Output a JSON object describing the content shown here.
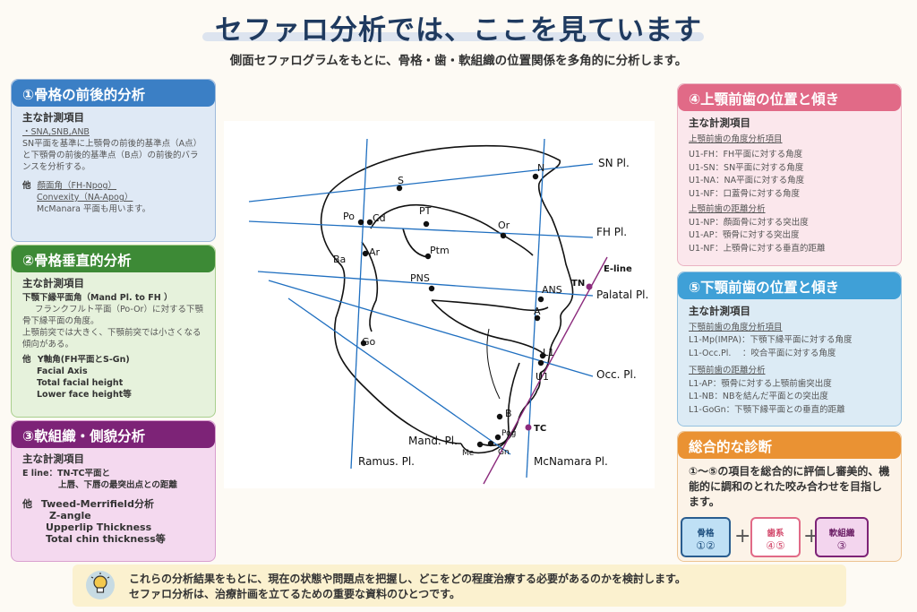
{
  "title": "セファロ分析では、ここを見ています",
  "subtitle": "側面セファログラムをもとに、骨格・歯・軟組織の位置関係を多角的に分析します。",
  "panel1": {
    "title": "①骨格の前後的分析",
    "head": "主な計測項目",
    "item": "・SNA,SNB,ANB",
    "desc": "SN平面を基準に上顎骨の前後的基準点（A点）と下顎骨の前後的基準点（B点）の前後的バランスを分析する。",
    "other_label": "他",
    "others": [
      "顔面角（FH-Npog）",
      "Convexity（NA-Apog）",
      "McManara 平面も用います。"
    ]
  },
  "panel2": {
    "title": "②骨格垂直的分析",
    "head": "主な計測項目",
    "item": "下顎下縁平面角（Mand Pl. to FH ）",
    "desc1": "フランクフルト平面（Po-Or）に対する下顎骨下縁平面の角度。",
    "desc2": "上顎前突では大きく、下顎前突では小さくなる傾向がある。",
    "other_label": "他",
    "others": [
      "Y軸角(FH平面とS-Gn)",
      "Facial Axis",
      "Total facial height",
      "Lower face height等"
    ]
  },
  "panel3": {
    "title": "③軟組織・側貌分析",
    "head": "主な計測項目",
    "eline_label": "E line：TN-TC平面と",
    "eline_desc": "上唇、下唇の最突出点との距離",
    "other_label": "他",
    "others": [
      "Tweed-Merrifield分析",
      "Z-angle",
      "Upperlip Thickness",
      "Total chin thickness等"
    ]
  },
  "panel4": {
    "title": "④上顎前歯の位置と傾き",
    "head": "主な計測項目",
    "angle_head": "上顎前歯の角度分析項目",
    "angle_items": [
      "U1-FH：FH平面に対する角度",
      "U1-SN：SN平面に対する角度",
      "U1-NA：NA平面に対する角度",
      "U1-NF：口蓋骨に対する角度"
    ],
    "dist_head": "上顎前歯の距離分析",
    "dist_items": [
      "U1-NP：顔面骨に対する突出度",
      "U1-AP：顎骨に対する突出度",
      "U1-NF：上顎骨に対する垂直的距離"
    ]
  },
  "panel5": {
    "title": "⑤下顎前歯の位置と傾き",
    "head": "主な計測項目",
    "angle_head": "下顎前歯の角度分析項目",
    "angle_items": [
      "L1-Mp(IMPA)：下顎下縁平面に対する角度",
      "L1-Occ.Pl.　  ：咬合平面に対する角度"
    ],
    "dist_head": "下顎前歯の距離分析",
    "dist_items": [
      "L1-AP：顎骨に対する上顎前歯突出度",
      "L1-NB：NBを結んだ平面との突出度",
      "L1-GoGn：下顎下縁平面との垂直的距離"
    ]
  },
  "panel6": {
    "title": "総合的な診断",
    "text": "①〜⑤の項目を総合的に評価し審美的、機能的に調和のとれた咬み合わせを目指します。",
    "badges": [
      {
        "label": "骨格",
        "nums": "①②"
      },
      {
        "label": "歯系",
        "nums": "④⑤"
      },
      {
        "label": "軟組織",
        "nums": "③"
      }
    ],
    "plus": "+"
  },
  "footer": {
    "line1": "これらの分析結果をもとに、現在の状態や問題点を把握し、どこをどの程度治療する必要があるのかを検討します。",
    "line2": "セファロ分析は、治療計画を立てるための重要な資料のひとつです。"
  },
  "diagram": {
    "points": [
      "S",
      "N",
      "Po",
      "Cd",
      "PT",
      "Or",
      "Ba",
      "Ar",
      "Ptm",
      "PNS",
      "ANS",
      "A",
      "Go",
      "U1",
      "L1",
      "B",
      "Pog",
      "Me",
      "Gn",
      "TN",
      "TC"
    ],
    "lines": [
      "SN Pl.",
      "FH Pl.",
      "Palatal Pl.",
      "Occ. Pl.",
      "Mand. Pl.",
      "Ramus. Pl.",
      "McNamara Pl.",
      "E-line"
    ]
  },
  "colors": {
    "title": "#1f3a5f",
    "panel1": "#3b7fc5",
    "panel2": "#3d8a36",
    "panel3": "#7d2377",
    "panel4": "#e16a87",
    "panel5": "#3fa0d7",
    "panel6": "#ea9233",
    "plane_line": "#1f6fc0",
    "e_line": "#8b2a7c"
  }
}
